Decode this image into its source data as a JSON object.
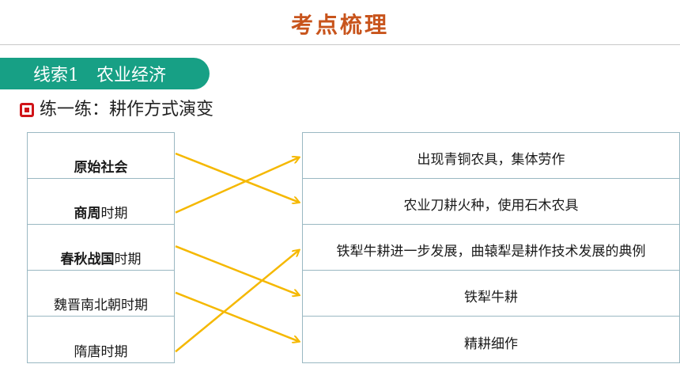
{
  "title": "考点梳理",
  "section_pill": "线索1　农业经济",
  "subtitle": "练一练：耕作方式演变",
  "left_items": [
    {
      "bold": "原始社会",
      "rest": ""
    },
    {
      "bold": "商周",
      "rest": "时期"
    },
    {
      "bold": "春秋战国",
      "rest": "时期"
    },
    {
      "bold": "",
      "rest": "魏晋南北朝时期"
    },
    {
      "bold": "",
      "rest": "隋唐时期"
    }
  ],
  "right_items": [
    "出现青铜农具，集体劳作",
    "农业刀耕火种，使用石木农具",
    "铁犁牛耕进一步发展，曲辕犁是耕作技术发展的典例",
    "铁犁牛耕",
    "精耕细作"
  ],
  "connections": [
    [
      0,
      1
    ],
    [
      1,
      0
    ],
    [
      2,
      3
    ],
    [
      3,
      4
    ],
    [
      4,
      2
    ]
  ],
  "colors": {
    "title": "#c8541c",
    "pill": "#17a085",
    "arrow": "#f5b800",
    "bullet": "#d01418"
  }
}
